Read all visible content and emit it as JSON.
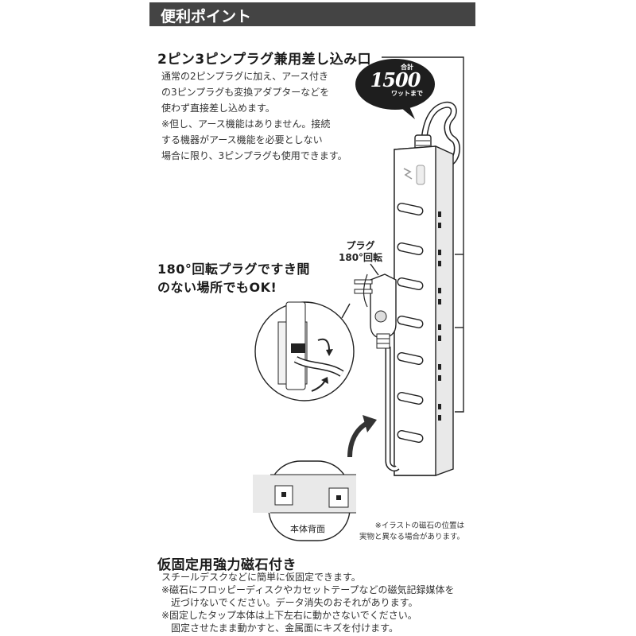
{
  "header": {
    "title": "便利ポイント"
  },
  "section_plug": {
    "title": "2ピン3ピンプラグ兼用差し込み口",
    "lines": [
      "通常の2ピンプラグに加え、アース付き",
      "の3ピンプラグも変換アダプターなどを",
      "使わず直接差し込めます。",
      "※但し、アース機能はありません。接続",
      "する機器がアース機能を必要としない",
      "場合に限り、3ピンプラグも使用できます。"
    ]
  },
  "badge": {
    "top": "合計",
    "number": "1500",
    "bottom": "ワットまで"
  },
  "rotate_label": {
    "line1": "プラグ",
    "line2": "180°回転"
  },
  "section_rotate": {
    "line1": "180°回転プラグですき間",
    "line2": "のない場所でもOK!"
  },
  "back_panel": {
    "label": "本体背面"
  },
  "magnet_note": {
    "line1": "※イラストの磁石の位置は",
    "line2": "実物と異なる場合があります。"
  },
  "section_magnet": {
    "title": "仮固定用強力磁石付き",
    "lines": [
      "スチールデスクなどに簡単に仮固定できます。",
      "※磁石にフロッピーディスクやカセットテープなどの磁気記録媒体を",
      "　近づけないでください。データ消失のおそれがあります。",
      "※固定したタップ本体は上下左右に動かさないでください。",
      "　固定させたまま動かすと、金属面にキズを付けます。"
    ]
  }
}
